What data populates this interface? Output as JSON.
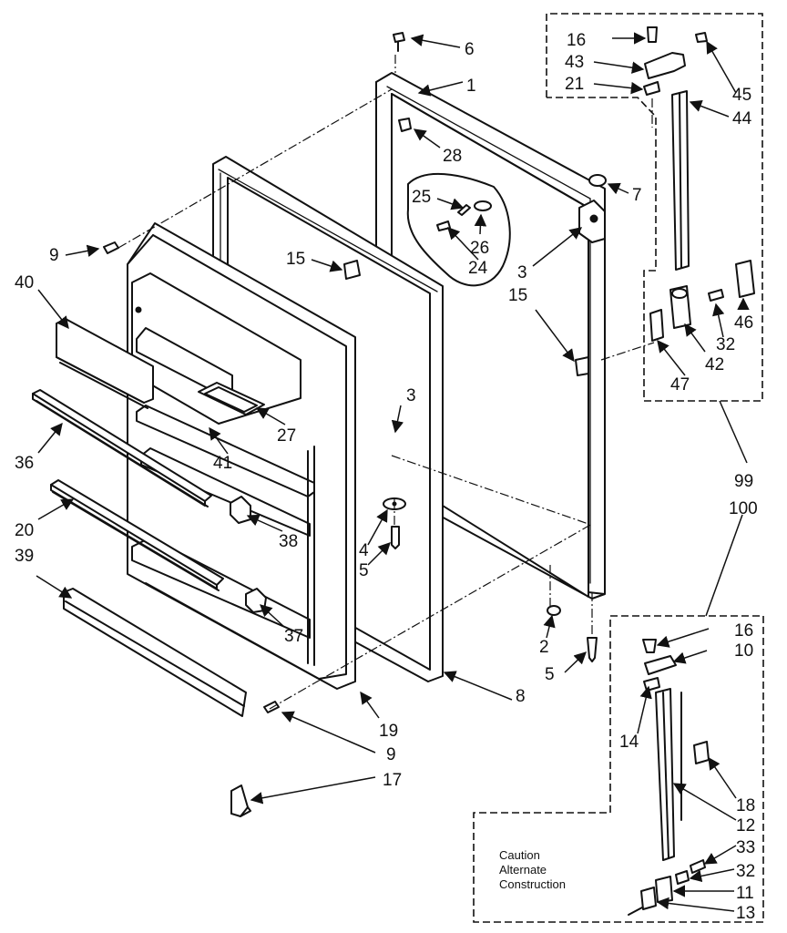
{
  "labels": {
    "c6": "6",
    "c1": "1",
    "c28": "28",
    "c7": "7",
    "c25": "25",
    "c26": "26",
    "c24": "24",
    "c3a": "3",
    "c15a": "15",
    "c15b": "15",
    "c3b": "3",
    "c9a": "9",
    "c40": "40",
    "c36": "36",
    "c27": "27",
    "c41": "41",
    "c38": "38",
    "c20": "20",
    "c39": "39",
    "c4": "4",
    "c5a": "5",
    "c37": "37",
    "c2": "2",
    "c5b": "5",
    "c8": "8",
    "c19": "19",
    "c9b": "9",
    "c17": "17",
    "c16a": "16",
    "c43": "43",
    "c21": "21",
    "c45": "45",
    "c44": "44",
    "c46": "46",
    "c32a": "32",
    "c42": "42",
    "c47": "47",
    "c99": "99",
    "c100": "100",
    "c16b": "16",
    "c10": "10",
    "c14": "14",
    "c18": "18",
    "c12": "12",
    "c33": "33",
    "c32b": "32",
    "c11": "11",
    "c13": "13"
  },
  "caution_note": {
    "line1": "Caution",
    "line2": "Alternate",
    "line3": "Construction"
  }
}
